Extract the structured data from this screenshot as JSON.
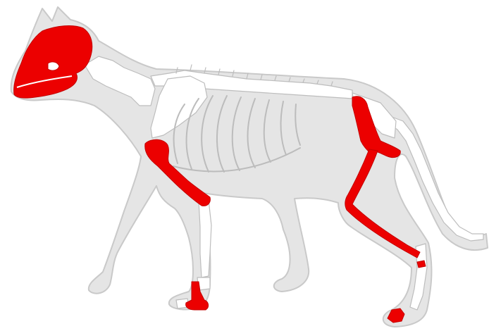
{
  "colors": {
    "background": "#ffffff",
    "body_silhouette": "#e5e5e5",
    "body_outline": "#c9c9c9",
    "bone": "#ffffff",
    "bone_outline": "#bdbdbd",
    "highlighted_bone": "#ec0000"
  },
  "highlighted_bones": [
    "skull",
    "humerus",
    "femur",
    "tibia",
    "tarsals"
  ]
}
